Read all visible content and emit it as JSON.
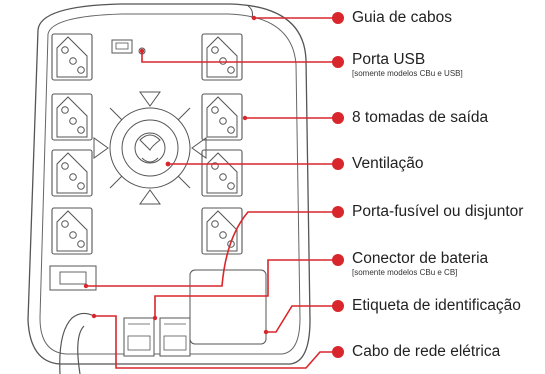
{
  "accent_color": "#d9262c",
  "device_outline_color": "#555555",
  "callouts": [
    {
      "id": "guia-de-cabos",
      "label": "Guia de cabos"
    },
    {
      "id": "porta-usb",
      "label": "Porta USB",
      "note": "[somente modelos CBu e USB]"
    },
    {
      "id": "tomadas-de-saida",
      "label": "8 tomadas de saída"
    },
    {
      "id": "ventilacao",
      "label": "Ventilação"
    },
    {
      "id": "porta-fusivel",
      "label": "Porta-fusível ou disjuntor"
    },
    {
      "id": "conector-de-bateria",
      "label": "Conector de bateria",
      "note": "[somente modelos CBu e CB]"
    },
    {
      "id": "etiqueta",
      "label": "Etiqueta de identificação"
    },
    {
      "id": "cabo-de-rede",
      "label": "Cabo de rede elétrica"
    }
  ]
}
